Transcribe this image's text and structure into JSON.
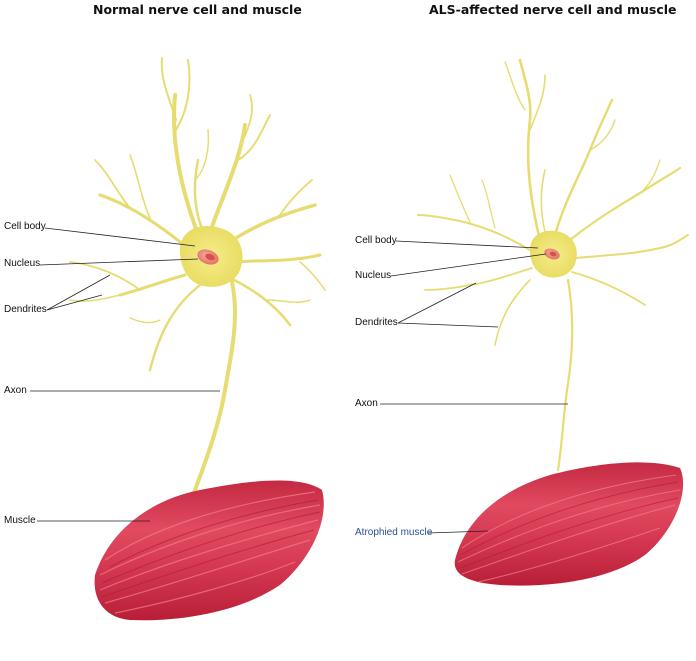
{
  "panels": [
    {
      "title": "Normal nerve cell and muscle",
      "labels": {
        "cell_body": "Cell body",
        "nucleus": "Nucleus",
        "dendrites": "Dendrites",
        "axon": "Axon",
        "muscle": "Muscle"
      }
    },
    {
      "title": "ALS-affected nerve cell and muscle",
      "labels": {
        "cell_body": "Cell body",
        "nucleus": "Nucleus",
        "dendrites": "Dendrites",
        "axon": "Axon",
        "muscle": "Atrophied muscle"
      }
    }
  ],
  "colors": {
    "neuron": "#e8e07a",
    "neuron_body": "#efe36a",
    "nucleus": "#e9857a",
    "muscle": "#d8384f",
    "muscle_dark": "#b72238",
    "muscle_highlight": "#f07a8a",
    "leader_line": "#222222",
    "highlight_label": "#2a4f9a"
  }
}
